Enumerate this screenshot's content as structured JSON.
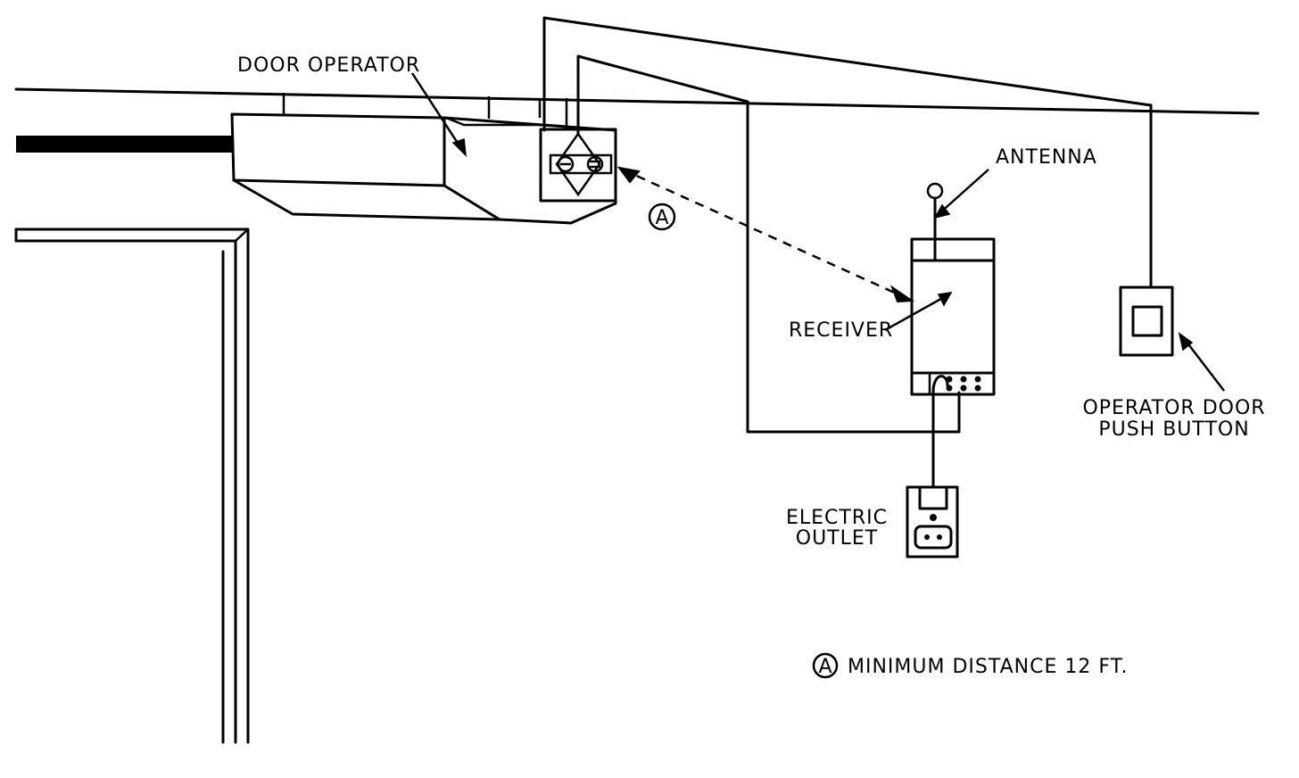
{
  "labels": {
    "door_operator": "DOOR OPERATOR",
    "antenna": "ANTENNA",
    "receiver": "RECEIVER",
    "push_button_line1": "OPERATOR DOOR",
    "push_button_line2": "PUSH BUTTON",
    "outlet_line1": "ELECTRIC",
    "outlet_line2": "OUTLET",
    "distance_marker": "A",
    "legend_marker": "A",
    "legend_text": "MINIMUM DISTANCE 12 FT."
  }
}
